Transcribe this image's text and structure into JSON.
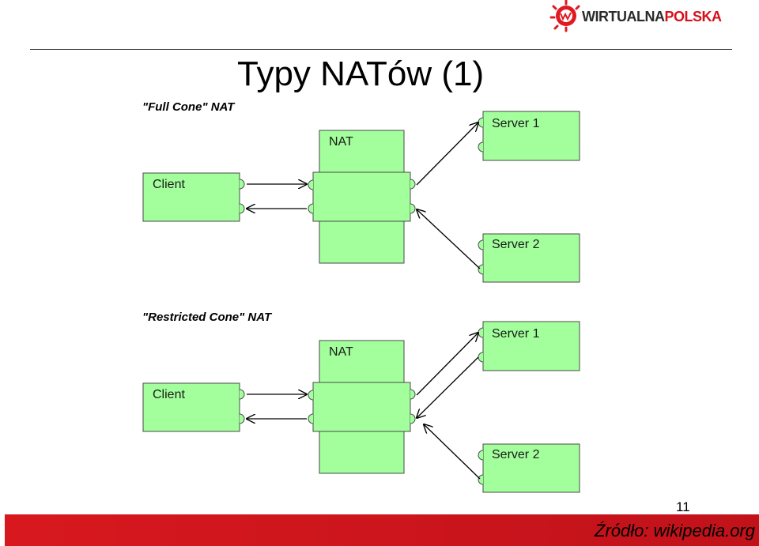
{
  "logo": {
    "text_bold": "WIRTUALNA",
    "text_red": "POLSKA",
    "brand_color": "#d6101b"
  },
  "title": "Typy NATów (1)",
  "diagrams": [
    {
      "heading": "\"Full Cone\" NAT",
      "client": "Client",
      "nat": "NAT",
      "server1": "Server 1",
      "server2": "Server 2"
    },
    {
      "heading": "\"Restricted Cone\" NAT",
      "client": "Client",
      "nat": "NAT",
      "server1": "Server 1",
      "server2": "Server 2"
    }
  ],
  "colors": {
    "box_fill": "#a3ff9c",
    "box_stroke": "#4a4a4a",
    "accent_bar": "#d6101b"
  },
  "page_number": "11",
  "source": "Źródło: wikipedia.org"
}
